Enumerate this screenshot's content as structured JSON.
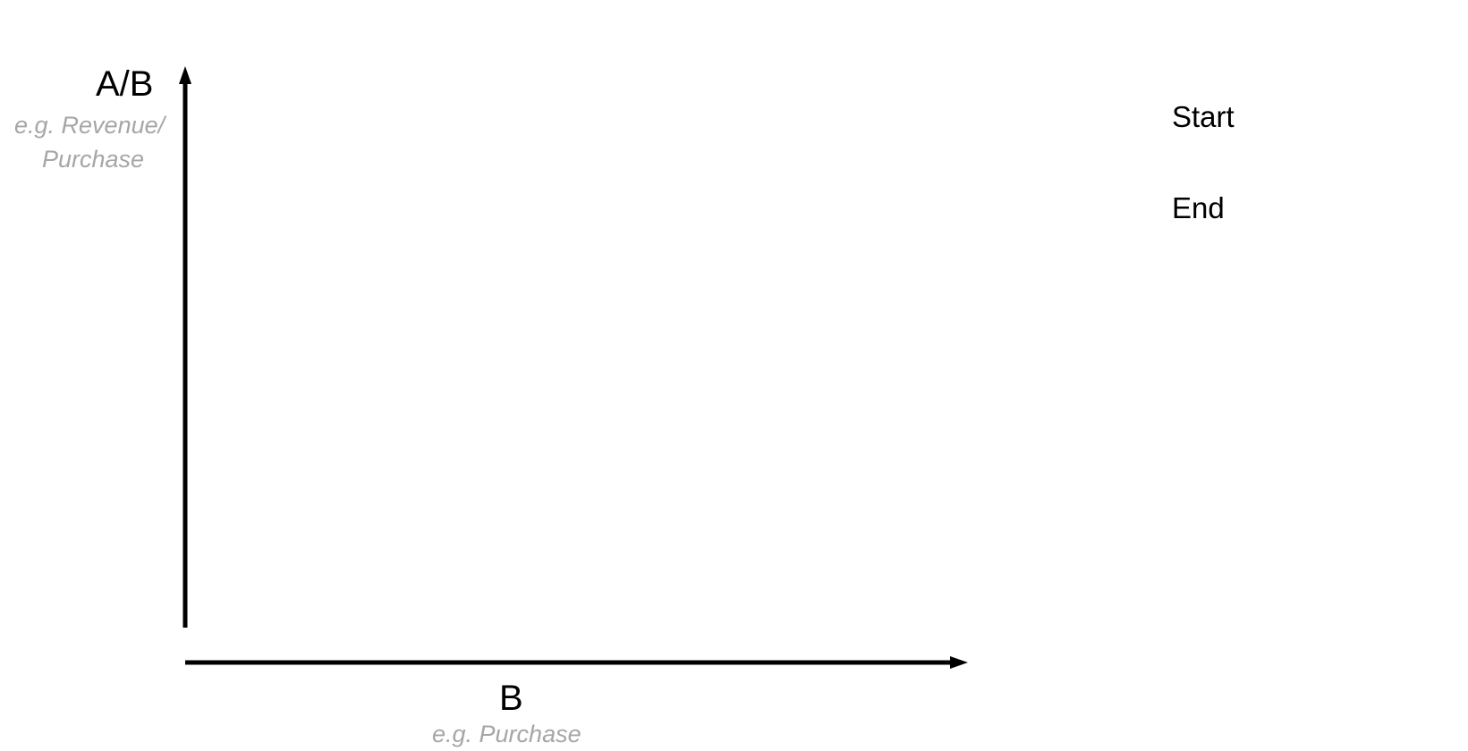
{
  "diagram": {
    "y_axis": {
      "title": "A/B",
      "example_line1": "e.g. Revenue/",
      "example_line2": "Purchase"
    },
    "x_axis": {
      "title": "B",
      "example": "e.g. Purchase"
    },
    "legend": {
      "start_label": "Start",
      "end_label": "End"
    },
    "colors": {
      "axis": "#000000",
      "example_text": "#a6a6a6",
      "background": "#ffffff"
    }
  }
}
